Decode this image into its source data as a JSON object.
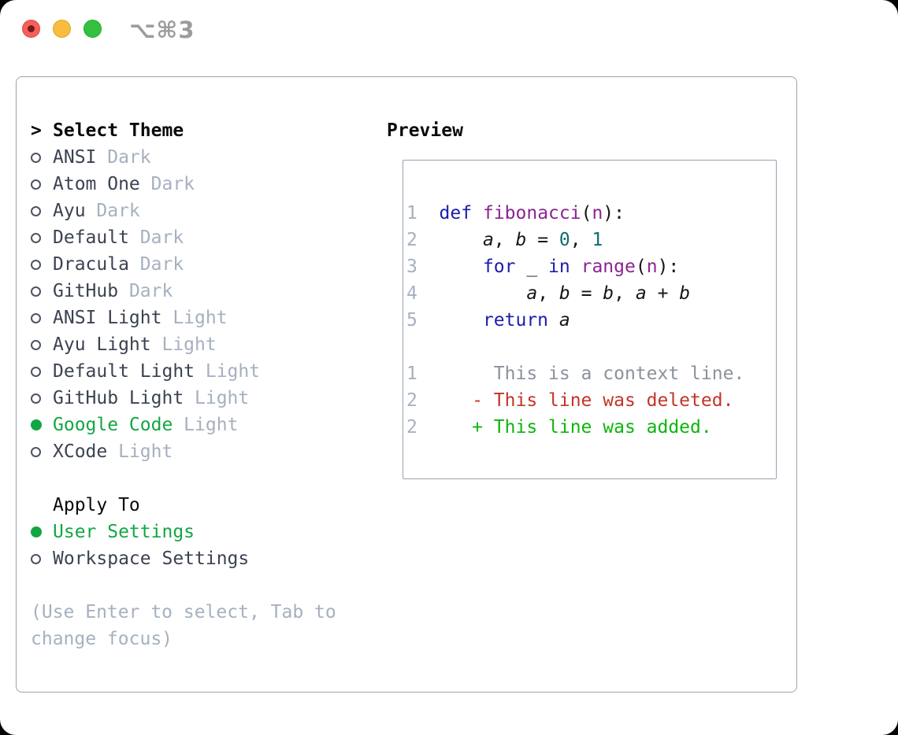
{
  "titlebar": {
    "shortcut": "⌥⌘3"
  },
  "theme_panel": {
    "header": {
      "prompt": ">",
      "label": "Select Theme"
    },
    "items": [
      {
        "name": "ANSI",
        "variant": "Dark",
        "selected": false
      },
      {
        "name": "Atom One",
        "variant": "Dark",
        "selected": false
      },
      {
        "name": "Ayu",
        "variant": "Dark",
        "selected": false
      },
      {
        "name": "Default",
        "variant": "Dark",
        "selected": false
      },
      {
        "name": "Dracula",
        "variant": "Dark",
        "selected": false
      },
      {
        "name": "GitHub",
        "variant": "Dark",
        "selected": false
      },
      {
        "name": "ANSI Light",
        "variant": "Light",
        "selected": false
      },
      {
        "name": "Ayu Light",
        "variant": "Light",
        "selected": false
      },
      {
        "name": "Default Light",
        "variant": "Light",
        "selected": false
      },
      {
        "name": "GitHub Light",
        "variant": "Light",
        "selected": false
      },
      {
        "name": "Google Code",
        "variant": "Light",
        "selected": true
      },
      {
        "name": "XCode",
        "variant": "Light",
        "selected": false
      }
    ],
    "apply_to": {
      "label": "Apply To",
      "options": [
        {
          "name": "User Settings",
          "selected": true
        },
        {
          "name": "Workspace Settings",
          "selected": false
        }
      ]
    },
    "help_text": "(Use Enter to select, Tab to change focus)"
  },
  "preview_panel": {
    "title": "Preview",
    "code_lines": [
      {
        "num": "1",
        "segments": [
          {
            "t": "def",
            "c": "kwd"
          },
          {
            "t": " ",
            "c": "pln"
          },
          {
            "t": "fibonacci",
            "c": "typ"
          },
          {
            "t": "(",
            "c": "pln"
          },
          {
            "t": "n",
            "c": "typ"
          },
          {
            "t": "):",
            "c": "pln"
          }
        ]
      },
      {
        "num": "2",
        "segments": [
          {
            "t": "    ",
            "c": "pln"
          },
          {
            "t": "a",
            "c": "var"
          },
          {
            "t": ", ",
            "c": "pln"
          },
          {
            "t": "b",
            "c": "var"
          },
          {
            "t": " = ",
            "c": "pln"
          },
          {
            "t": "0",
            "c": "lit"
          },
          {
            "t": ", ",
            "c": "pln"
          },
          {
            "t": "1",
            "c": "lit"
          }
        ]
      },
      {
        "num": "3",
        "segments": [
          {
            "t": "    ",
            "c": "pln"
          },
          {
            "t": "for",
            "c": "kwd"
          },
          {
            "t": " _ ",
            "c": "pln"
          },
          {
            "t": "in",
            "c": "kwd"
          },
          {
            "t": " ",
            "c": "pln"
          },
          {
            "t": "range",
            "c": "typ"
          },
          {
            "t": "(",
            "c": "pln"
          },
          {
            "t": "n",
            "c": "typ"
          },
          {
            "t": "):",
            "c": "pln"
          }
        ]
      },
      {
        "num": "4",
        "segments": [
          {
            "t": "        ",
            "c": "pln"
          },
          {
            "t": "a",
            "c": "var"
          },
          {
            "t": ", ",
            "c": "pln"
          },
          {
            "t": "b",
            "c": "var"
          },
          {
            "t": " = ",
            "c": "pln"
          },
          {
            "t": "b",
            "c": "var"
          },
          {
            "t": ", ",
            "c": "pln"
          },
          {
            "t": "a",
            "c": "var"
          },
          {
            "t": " + ",
            "c": "pln"
          },
          {
            "t": "b",
            "c": "var"
          }
        ]
      },
      {
        "num": "5",
        "segments": [
          {
            "t": "    ",
            "c": "pln"
          },
          {
            "t": "return",
            "c": "kwd"
          },
          {
            "t": " ",
            "c": "pln"
          },
          {
            "t": "a",
            "c": "var"
          }
        ]
      },
      {
        "num": "",
        "segments": []
      },
      {
        "num": "1",
        "segments": [
          {
            "t": "     This is a context line.",
            "c": "ctx"
          }
        ]
      },
      {
        "num": "2",
        "segments": [
          {
            "t": "   - This line was deleted.",
            "c": "del"
          }
        ]
      },
      {
        "num": "2",
        "segments": [
          {
            "t": "   + This line was added.",
            "c": "add"
          }
        ]
      }
    ]
  },
  "colors": {
    "accent_green": "#12a643",
    "diff_added_green": "#0db50d",
    "diff_deleted_red": "#c23428",
    "diff_context_gray": "#8b929c",
    "keyword_blue": "#1b1daa",
    "type_purple": "#8b2592",
    "literal_teal": "#0d6d6d",
    "secondary_gray": "#a6b0bf",
    "primary_text": "#3b4251",
    "panel_border": "#98a2ae",
    "traffic_red": "#f5605a",
    "traffic_yellow": "#f8bd3e",
    "traffic_green": "#33c13f"
  }
}
